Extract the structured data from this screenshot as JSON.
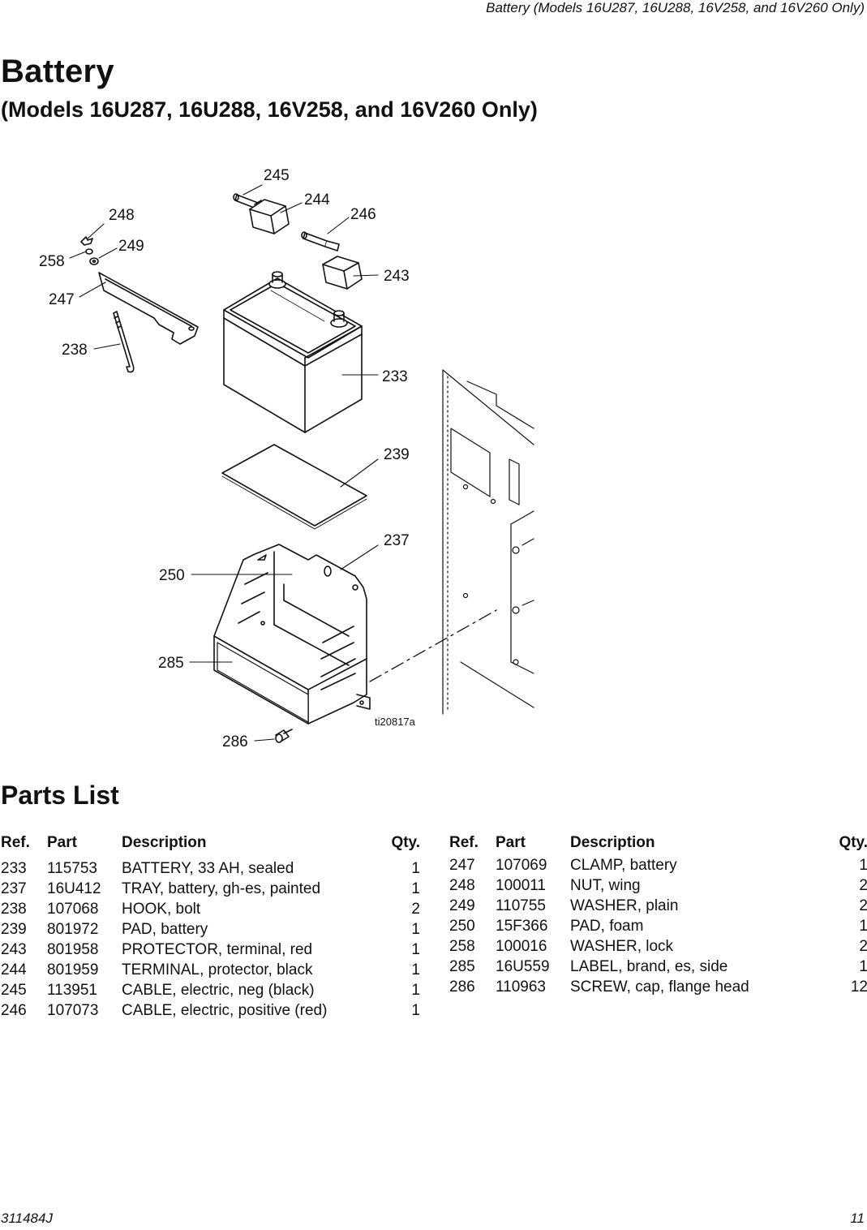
{
  "header": {
    "running_title": "Battery (Models 16U287, 16U288, 16V258, and 16V260 Only)"
  },
  "page": {
    "title": "Battery",
    "subtitle": "(Models 16U287, 16U288, 16V258, and 16V260 Only)"
  },
  "diagram": {
    "figure_id": "ti20817a",
    "callouts": [
      "245",
      "244",
      "246",
      "248",
      "249",
      "258",
      "243",
      "247",
      "238",
      "233",
      "239",
      "237",
      "250",
      "285",
      "286"
    ]
  },
  "parts_list": {
    "title": "Parts List",
    "headers": {
      "ref": "Ref.",
      "part": "Part",
      "description": "Description",
      "qty": "Qty."
    },
    "left": [
      {
        "ref": "233",
        "part": "115753",
        "description": "BATTERY, 33 AH, sealed",
        "qty": "1"
      },
      {
        "ref": "237",
        "part": "16U412",
        "description": "TRAY, battery, gh-es, painted",
        "qty": "1"
      },
      {
        "ref": "238",
        "part": "107068",
        "description": "HOOK, bolt",
        "qty": "2"
      },
      {
        "ref": "239",
        "part": "801972",
        "description": "PAD, battery",
        "qty": "1"
      },
      {
        "ref": "243",
        "part": "801958",
        "description": "PROTECTOR, terminal, red",
        "qty": "1"
      },
      {
        "ref": "244",
        "part": "801959",
        "description": "TERMINAL, protector, black",
        "qty": "1"
      },
      {
        "ref": "245",
        "part": "113951",
        "description": "CABLE, electric, neg (black)",
        "qty": "1"
      },
      {
        "ref": "246",
        "part": "107073",
        "description": "CABLE, electric, positive (red)",
        "qty": "1"
      }
    ],
    "right": [
      {
        "ref": "247",
        "part": "107069",
        "description": "CLAMP, battery",
        "qty": "1"
      },
      {
        "ref": "248",
        "part": "100011",
        "description": "NUT, wing",
        "qty": "2"
      },
      {
        "ref": "249",
        "part": "110755",
        "description": "WASHER, plain",
        "qty": "2"
      },
      {
        "ref": "250",
        "part": "15F366",
        "description": "PAD, foam",
        "qty": "1"
      },
      {
        "ref": "258",
        "part": "100016",
        "description": "WASHER, lock",
        "qty": "2"
      },
      {
        "ref": "285",
        "part": "16U559",
        "description": "LABEL, brand, es, side",
        "qty": "1"
      },
      {
        "ref": "286",
        "part": "110963",
        "description": "SCREW, cap, flange head",
        "qty": "12"
      }
    ]
  },
  "footer": {
    "doc_number": "311484J",
    "page_number": "11"
  }
}
